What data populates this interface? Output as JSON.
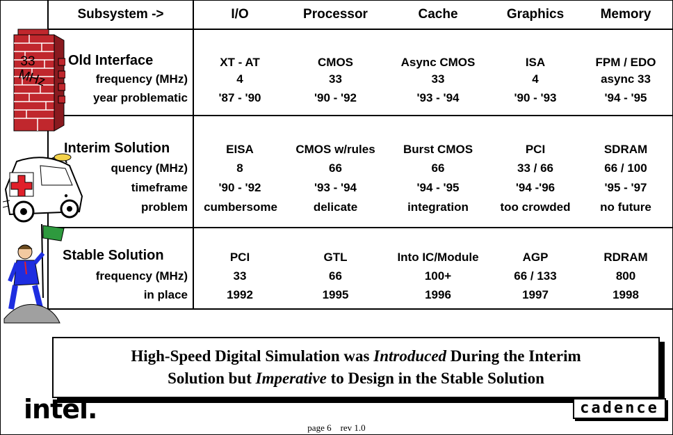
{
  "header": {
    "subsystem": "Subsystem ->",
    "columns": [
      "I/O",
      "Processor",
      "Cache",
      "Graphics",
      "Memory"
    ]
  },
  "sections": [
    {
      "title": "Old Interface",
      "rows": [
        {
          "label": "",
          "values": [
            "XT - AT",
            "CMOS",
            "Async CMOS",
            "ISA",
            "FPM / EDO"
          ]
        },
        {
          "label": "frequency (MHz)",
          "values": [
            "4",
            "33",
            "33",
            "4",
            "async 33"
          ]
        },
        {
          "label": "year problematic",
          "values": [
            "'87 - '90",
            "'90 - '92",
            "'93 - '94",
            "'90 - '93",
            "'94 - '95"
          ]
        }
      ]
    },
    {
      "title": "Interim Solution",
      "rows": [
        {
          "label": "",
          "values": [
            "EISA",
            "CMOS w/rules",
            "Burst CMOS",
            "PCI",
            "SDRAM"
          ]
        },
        {
          "label": "quency (MHz)",
          "values": [
            "8",
            "66",
            "66",
            "33 / 66",
            "66 / 100"
          ]
        },
        {
          "label": "timeframe",
          "values": [
            "'90 - '92",
            "'93 - '94",
            "'94 - '95",
            "'94 -'96",
            "'95 - '97"
          ]
        },
        {
          "label": "problem",
          "values": [
            "cumbersome",
            "delicate",
            "integration",
            "too crowded",
            "no future"
          ]
        }
      ]
    },
    {
      "title": "Stable Solution",
      "rows": [
        {
          "label": "",
          "values": [
            "PCI",
            "GTL",
            "Into IC/Module",
            "AGP",
            "RDRAM"
          ]
        },
        {
          "label": "frequency (MHz)",
          "values": [
            "33",
            "66",
            "100+",
            "66 / 133",
            "800"
          ]
        },
        {
          "label": "in place",
          "values": [
            "1992",
            "1995",
            "1996",
            "1997",
            "1998"
          ]
        }
      ]
    }
  ],
  "wall_sign": {
    "line1": "33",
    "line2": "MHz"
  },
  "banner": {
    "line1_a": "High-Speed Digital Simulation was ",
    "line1_em": "Introduced",
    "line1_b": " During the Interim",
    "line2_a": "Solution but ",
    "line2_em": "Imperative",
    "line2_b": " to Design in the Stable Solution"
  },
  "logos": {
    "intel": "intel.",
    "cadence": "cadence"
  },
  "footer": "page 6    rev 1.0",
  "colors": {
    "brick": "#c0272d",
    "ambulance_cross": "#e0202a",
    "suit": "#1e2ee0",
    "flag": "#2e9a3e"
  }
}
